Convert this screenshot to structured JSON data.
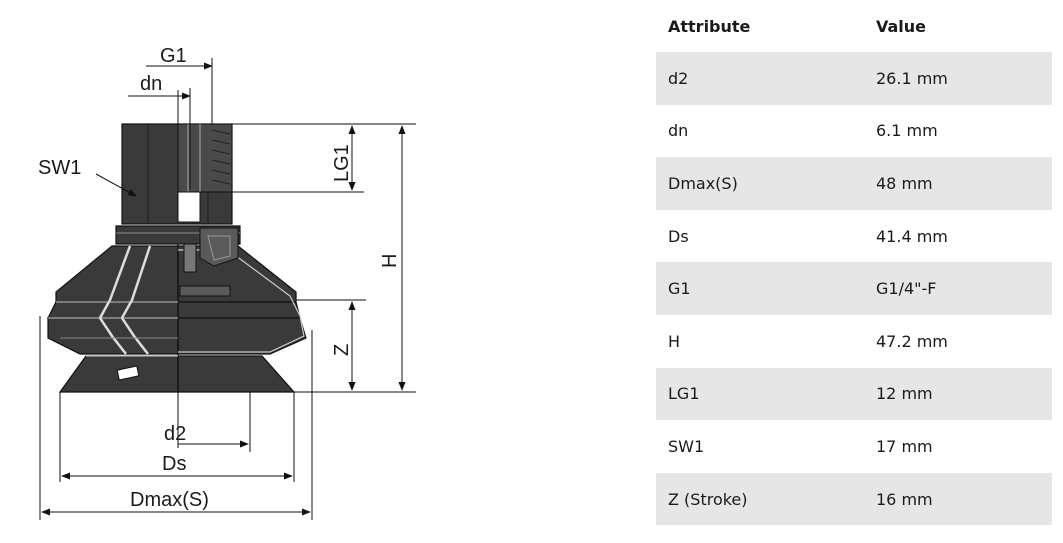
{
  "drawing": {
    "labels": {
      "g1": "G1",
      "dn": "dn",
      "sw1": "SW1",
      "lg1": "LG1",
      "h": "H",
      "z": "Z",
      "d2": "d2",
      "ds": "Ds",
      "dmax": "Dmax(S)"
    }
  },
  "table": {
    "headers": {
      "attribute": "Attribute",
      "value": "Value"
    },
    "rows": [
      {
        "attribute": "d2",
        "value": "26.1 mm"
      },
      {
        "attribute": "dn",
        "value": "6.1 mm"
      },
      {
        "attribute": "Dmax(S)",
        "value": "48 mm"
      },
      {
        "attribute": "Ds",
        "value": "41.4 mm"
      },
      {
        "attribute": "G1",
        "value": "G1/4\"-F"
      },
      {
        "attribute": "H",
        "value": "47.2 mm"
      },
      {
        "attribute": "LG1",
        "value": "12 mm"
      },
      {
        "attribute": "SW1",
        "value": "17 mm"
      },
      {
        "attribute": "Z (Stroke)",
        "value": "16 mm"
      }
    ]
  }
}
